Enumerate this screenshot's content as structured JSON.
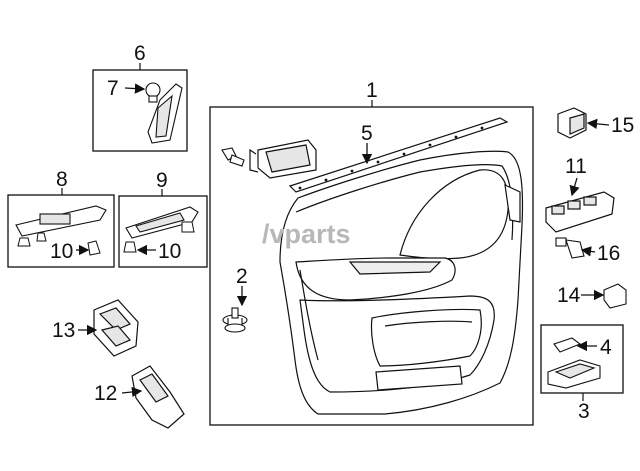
{
  "watermark": "/vparts",
  "callouts": {
    "c1": "1",
    "c2": "2",
    "c3": "3",
    "c4": "4",
    "c5": "5",
    "c6": "6",
    "c7": "7",
    "c8": "8",
    "c9": "9",
    "c10a": "10",
    "c10b": "10",
    "c11": "11",
    "c12": "12",
    "c13": "13",
    "c14": "14",
    "c15": "15",
    "c16": "16"
  },
  "colors": {
    "line": "#111111",
    "part_fill": "#ffffff",
    "part_shade": "#e6e6e6",
    "watermark": "#b8b8b8"
  }
}
